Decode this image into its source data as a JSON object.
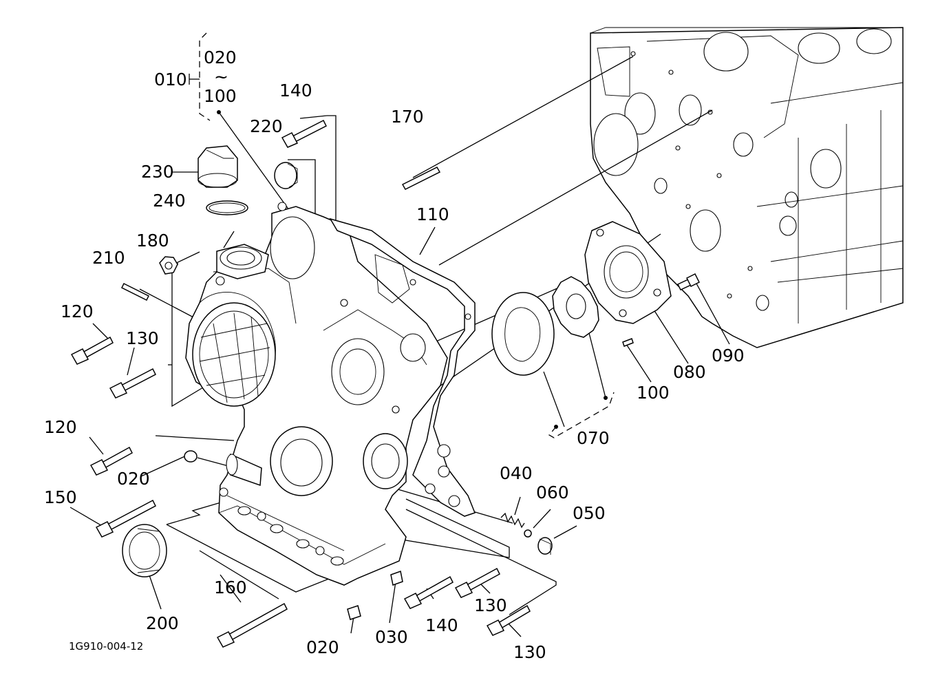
{
  "diagram": {
    "drawing_code": "1G910-004-12",
    "group_bracket": {
      "group": "010",
      "range_start": "020",
      "range_mark": "~",
      "range_end": "100"
    },
    "part_labels": {
      "p140_top": "140",
      "p220": "220",
      "p170": "170",
      "p230": "230",
      "p240": "240",
      "p180": "180",
      "p210": "210",
      "p110": "110",
      "p120_upper": "120",
      "p130_left": "130",
      "p120_lower": "120",
      "p020_left": "020",
      "p150": "150",
      "p200": "200",
      "p160": "160",
      "p020_bottom": "020",
      "p030": "030",
      "p140_bottom": "140",
      "p130_mid": "130",
      "p130_bottom": "130",
      "p040": "040",
      "p060": "060",
      "p050": "050",
      "p070": "070",
      "p100": "100",
      "p080": "080",
      "p090": "090"
    }
  }
}
